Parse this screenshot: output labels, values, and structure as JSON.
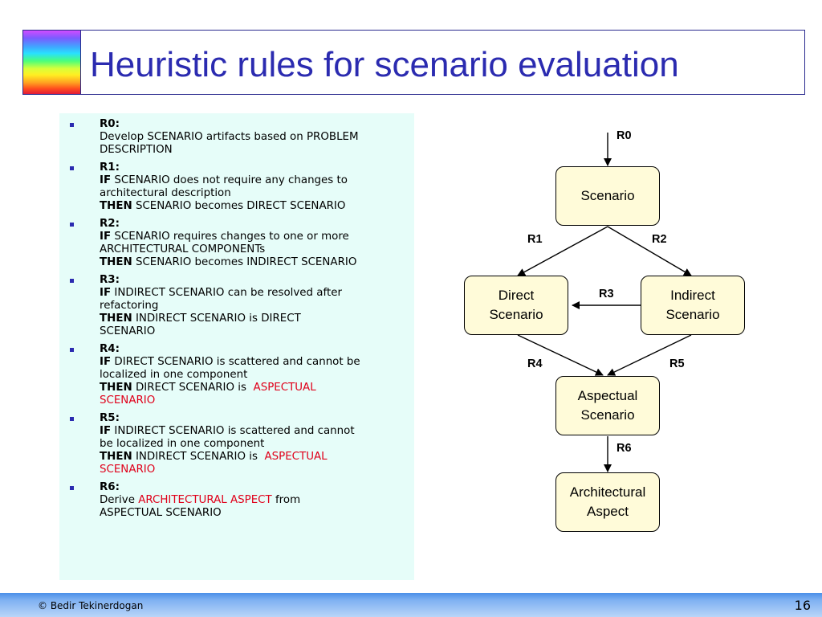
{
  "slide": {
    "title": "Heuristic rules for scenario evaluation",
    "footer": {
      "copyright": "© Bedir Tekinerdogan",
      "page_number": "16"
    },
    "colors": {
      "title_text": "#2b2bb0",
      "panel_bg": "#e6fdf9",
      "node_fill": "#fffbd9",
      "highlight_red": "#e0001a"
    }
  },
  "rules": [
    {
      "label": "R0:",
      "lines": [
        [
          {
            "t": "Develop SCENARIO artifacts based on PROBLEM"
          }
        ],
        [
          {
            "t": "DESCRIPTION"
          }
        ]
      ]
    },
    {
      "label": "R1:",
      "lines": [
        [
          {
            "t": "IF",
            "kw": true
          },
          {
            "t": " SCENARIO does not require any changes to"
          }
        ],
        [
          {
            "t": "architectural description"
          }
        ],
        [
          {
            "t": "THEN",
            "kw": true
          },
          {
            "t": " SCENARIO becomes DIRECT SCENARIO"
          }
        ]
      ]
    },
    {
      "label": "R2:",
      "lines": [
        [
          {
            "t": "IF",
            "kw": true
          },
          {
            "t": " SCENARIO requires changes to one or more"
          }
        ],
        [
          {
            "t": "ARCHITECTURAL COMPONENTs"
          }
        ],
        [
          {
            "t": "THEN",
            "kw": true
          },
          {
            "t": " SCENARIO becomes INDIRECT SCENARIO"
          }
        ]
      ]
    },
    {
      "label": "R3:",
      "lines": [
        [
          {
            "t": "IF",
            "kw": true
          },
          {
            "t": " INDIRECT SCENARIO can be resolved after"
          }
        ],
        [
          {
            "t": "refactoring"
          }
        ],
        [
          {
            "t": "THEN",
            "kw": true
          },
          {
            "t": " INDIRECT SCENARIO is DIRECT"
          }
        ],
        [
          {
            "t": "SCENARIO"
          }
        ]
      ]
    },
    {
      "label": "R4:",
      "lines": [
        [
          {
            "t": "IF",
            "kw": true
          },
          {
            "t": " DIRECT SCENARIO is scattered and cannot be"
          }
        ],
        [
          {
            "t": "localized in one component"
          }
        ],
        [
          {
            "t": "THEN",
            "kw": true
          },
          {
            "t": " DIRECT SCENARIO is  "
          },
          {
            "t": "ASPECTUAL",
            "red": true
          }
        ],
        [
          {
            "t": "SCENARIO",
            "red": true
          }
        ]
      ]
    },
    {
      "label": "R5:",
      "lines": [
        [
          {
            "t": "IF",
            "kw": true
          },
          {
            "t": " INDIRECT SCENARIO is scattered and cannot"
          }
        ],
        [
          {
            "t": "be localized in one component"
          }
        ],
        [
          {
            "t": "THEN",
            "kw": true
          },
          {
            "t": " INDIRECT SCENARIO is  "
          },
          {
            "t": "ASPECTUAL",
            "red": true
          }
        ],
        [
          {
            "t": "SCENARIO",
            "red": true
          }
        ]
      ]
    },
    {
      "label": "R6:",
      "lines": [
        [
          {
            "t": "Derive "
          },
          {
            "t": "ARCHITECTURAL ASPECT",
            "red": true
          },
          {
            "t": " from"
          }
        ],
        [
          {
            "t": "ASPECTUAL SCENARIO"
          }
        ]
      ]
    }
  ],
  "diagram": {
    "nodes": {
      "scenario": "Scenario",
      "direct": "Direct\nScenario",
      "indirect": "Indirect\nScenario",
      "aspectual": "Aspectual\nScenario",
      "architectural": "Architectural\nAspect"
    },
    "edge_labels": {
      "r0": "R0",
      "r1": "R1",
      "r2": "R2",
      "r3": "R3",
      "r4": "R4",
      "r5": "R5",
      "r6": "R6"
    }
  }
}
